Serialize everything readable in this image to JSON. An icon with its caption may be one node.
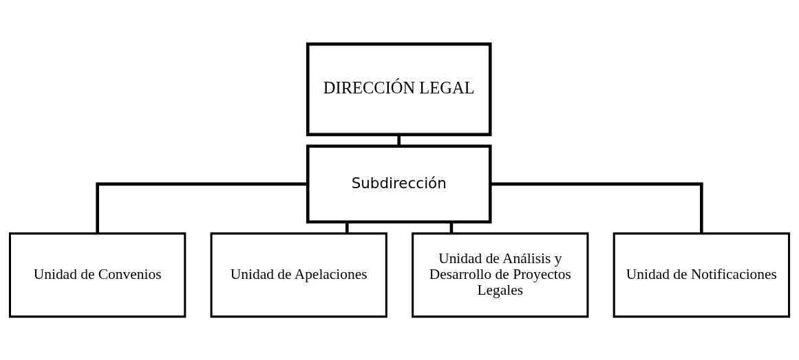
{
  "diagram": {
    "nodes": [
      {
        "text": [
          "DIRECCIÓN LEGAL"
        ]
      },
      {
        "text": [
          "Subdirección"
        ]
      },
      {
        "text": [
          "Unidad de Convenios"
        ]
      },
      {
        "text": [
          "Unidad de Apelaciones"
        ]
      },
      {
        "text": [
          "Unidad de Análisis y Desarrollo de Proyectos Legales"
        ]
      },
      {
        "text": [
          "Unidad de Notificaciones"
        ]
      }
    ],
    "edges": [
      {
        "from": 0,
        "to": 1,
        "arrow": "none"
      },
      {
        "from": 1,
        "to": 2,
        "arrow": "none"
      },
      {
        "from": 1,
        "to": 3,
        "arrow": "none"
      },
      {
        "from": 1,
        "to": 4,
        "arrow": "none"
      },
      {
        "from": 1,
        "to": 5,
        "arrow": "none"
      }
    ]
  }
}
